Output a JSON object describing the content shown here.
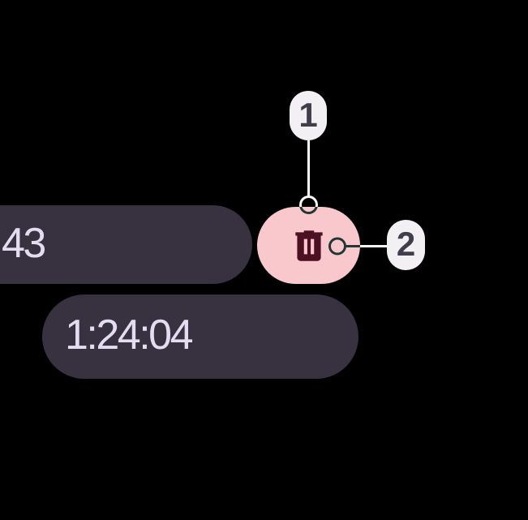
{
  "timer": {
    "lap_time_partial": "43",
    "total_time": "1:24:04"
  },
  "delete_button": {
    "icon": "delete-trash-icon",
    "container_color": "#F9C8CD",
    "icon_color": "#4C1023"
  },
  "callouts": {
    "items": [
      {
        "label": "1"
      },
      {
        "label": "2"
      }
    ],
    "badge_background": "#F2F0F3",
    "badge_text_color": "#413D4B",
    "connector_light": "#FAFAFA",
    "connector_dark": "#243634"
  },
  "pills": {
    "background_color": "#373140",
    "text_color": "#E5DCF2"
  },
  "screen": {
    "background_color": "#000000"
  }
}
